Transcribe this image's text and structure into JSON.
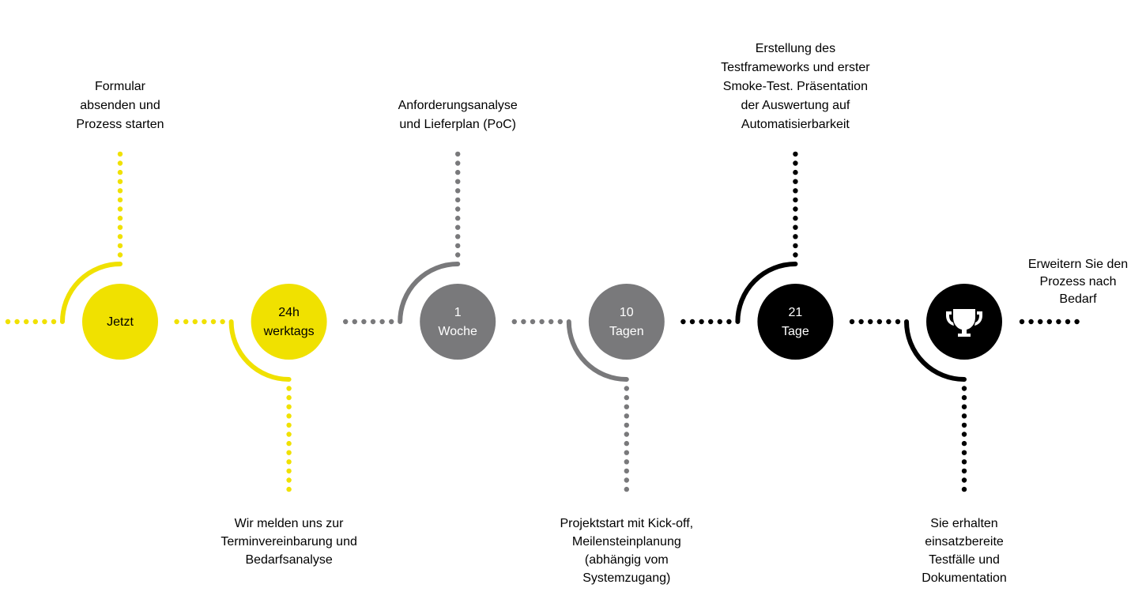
{
  "colors": {
    "yellow": "#f0e100",
    "grey": "#79797b",
    "black": "#000000",
    "white": "#ffffff"
  },
  "steps": [
    {
      "circle_text": "Jetzt",
      "description": "Formular\nabsenden und\nProzess starten",
      "side": "top",
      "color": "#f0e100",
      "text_color": "#000000",
      "icon": null
    },
    {
      "circle_text": "24h\nwerktags",
      "description": "Wir melden uns zur\nTerminvereinbarung und\nBedarfsanalyse",
      "side": "bottom",
      "color": "#f0e100",
      "text_color": "#000000",
      "icon": null
    },
    {
      "circle_text": "1\nWoche",
      "description": "Anforderungsanalyse\nund Lieferplan (PoC)",
      "side": "top",
      "color": "#79797b",
      "text_color": "#ffffff",
      "icon": null
    },
    {
      "circle_text": "10\nTagen",
      "description": "Projektstart mit Kick-off,\nMeilensteinplanung\n(abhängig vom\nSystemzugang)",
      "side": "bottom",
      "color": "#79797b",
      "text_color": "#ffffff",
      "icon": null
    },
    {
      "circle_text": "21\nTage",
      "description": "Erstellung des\nTestframeworks und erster\nSmoke-Test. Präsentation\nder Auswertung auf\nAutomatisierbarkeit",
      "side": "top",
      "color": "#000000",
      "text_color": "#ffffff",
      "icon": null
    },
    {
      "circle_text": "",
      "description": "Sie erhalten\neinsatzbereite\nTestfälle und\nDokumentation",
      "side": "bottom",
      "color": "#000000",
      "text_color": "#ffffff",
      "icon": "trophy-icon"
    }
  ],
  "final": {
    "description": "Erweitern Sie den\nProzess nach\nBedarf",
    "color": "#000000"
  }
}
